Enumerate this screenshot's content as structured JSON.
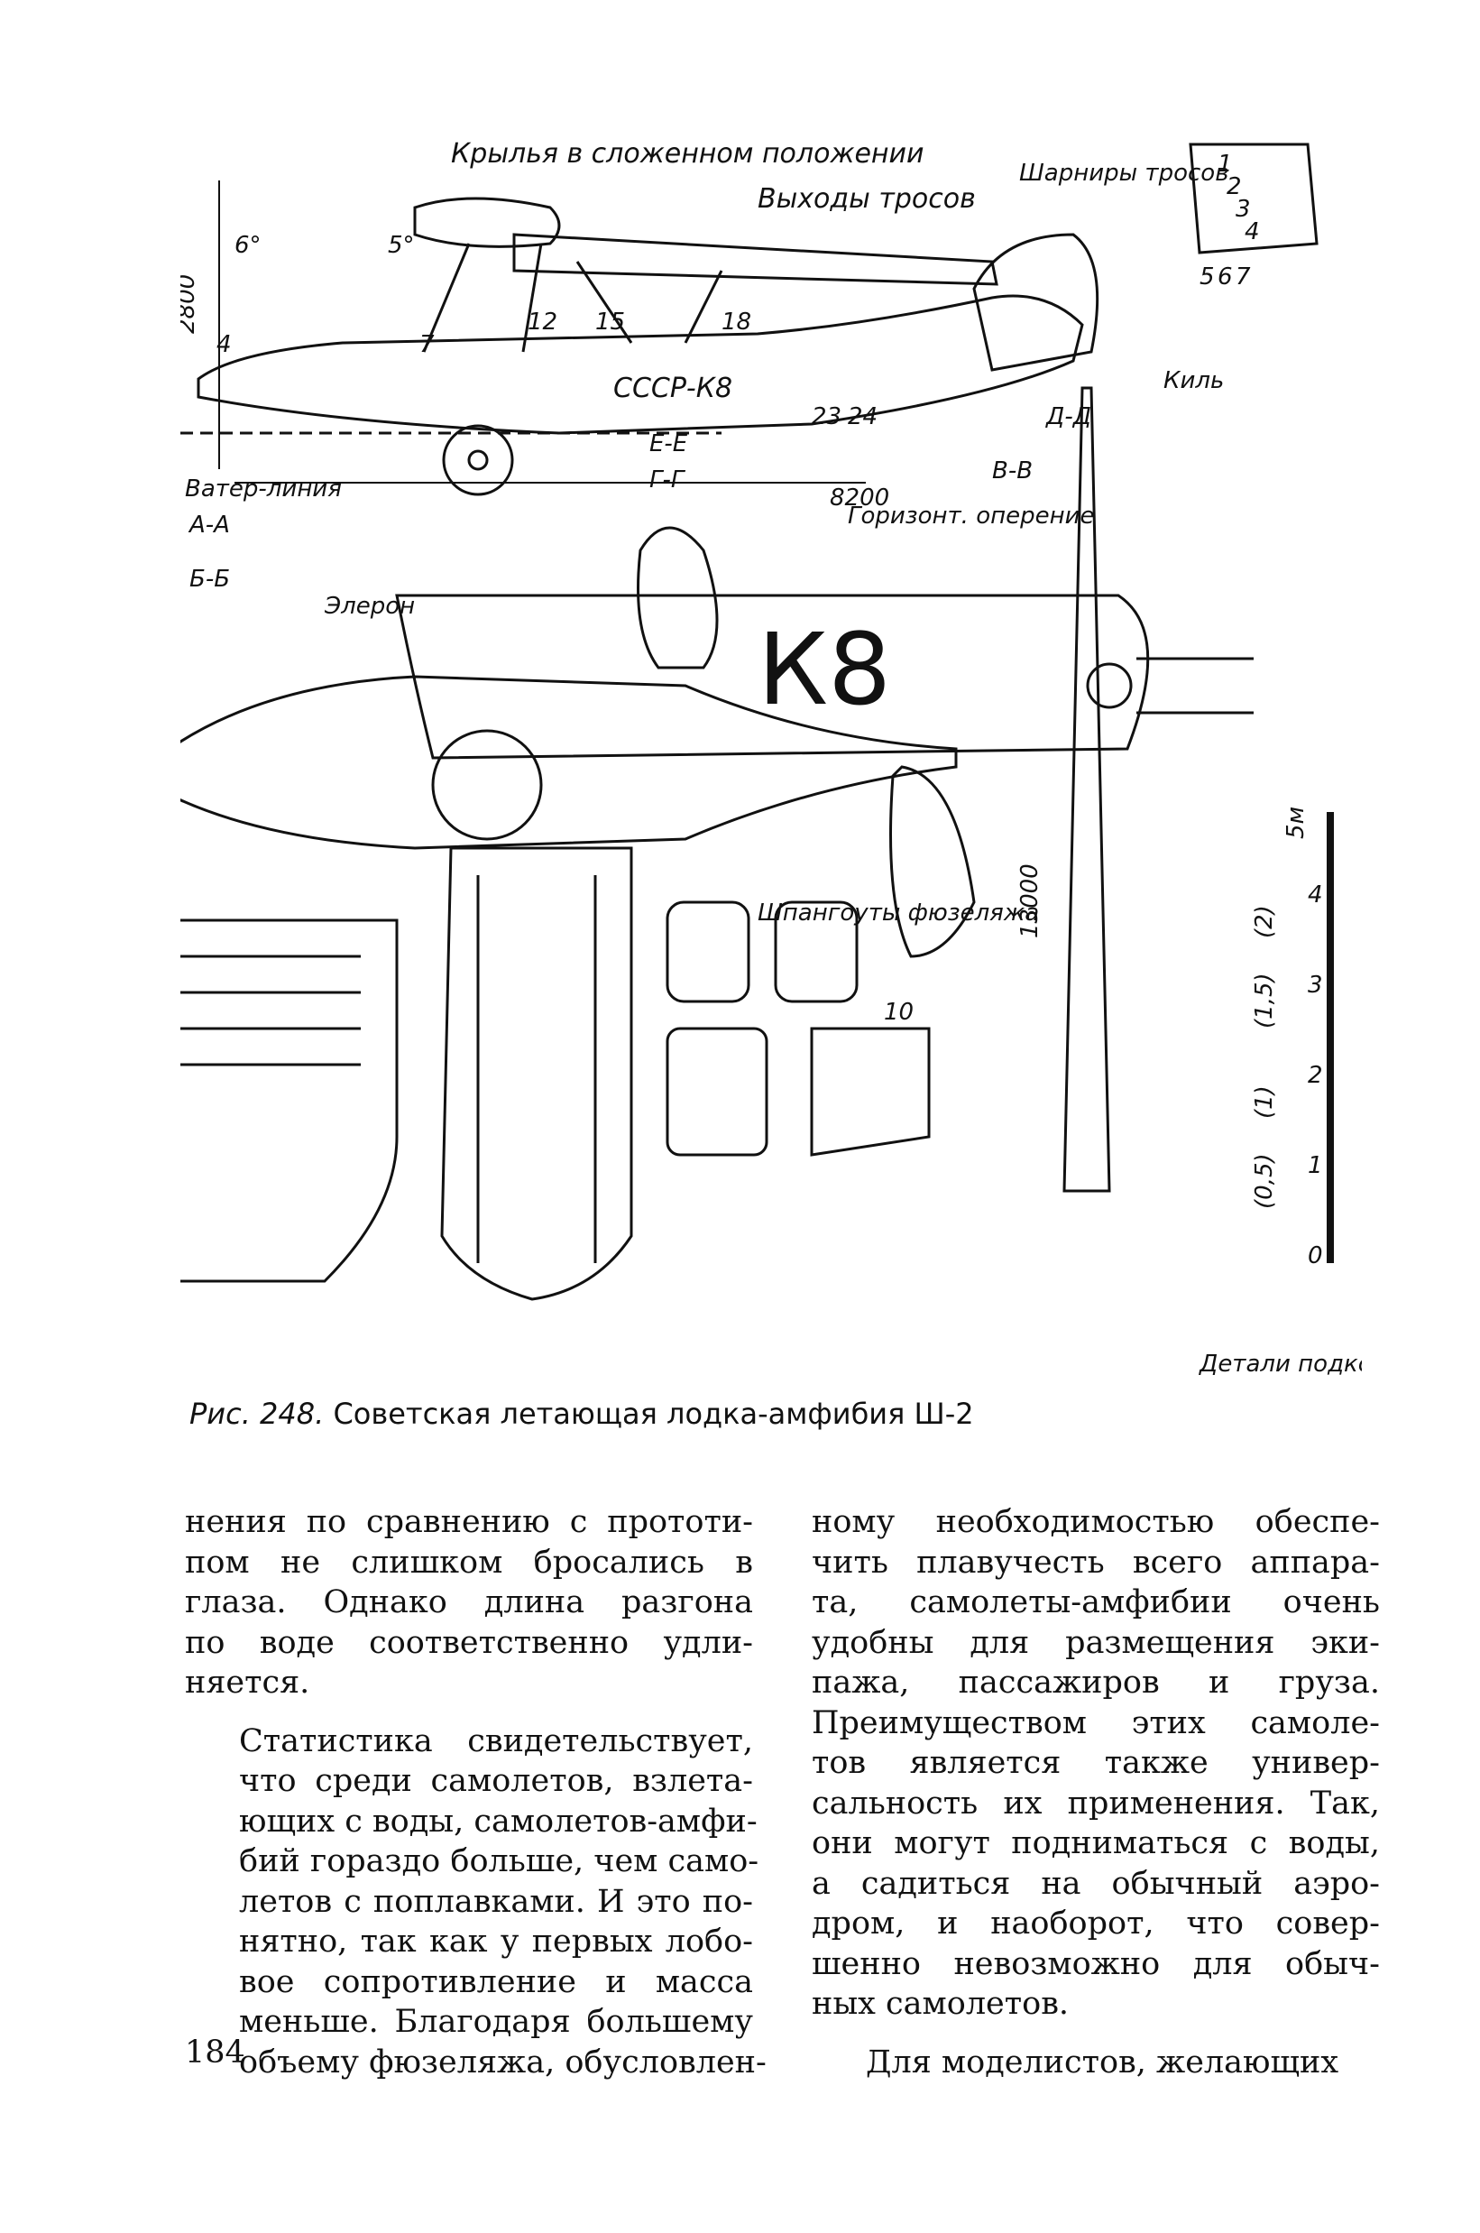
{
  "figure": {
    "labels": {
      "wings_folded": "Крылья в сложенном положении",
      "cable_exits": "Выходы тросов",
      "cable_hinges": "Шарниры тросов",
      "waterline": "Ватер-линия",
      "fin": "Киль",
      "horizontal_tail": "Горизонт. оперение",
      "aileron": "Элерон",
      "fuselage_frames": "Шпангоуты фюзеляжа",
      "strut_details": "Детали подкосов",
      "registration": "СССР-К8",
      "wing_marking": "К8",
      "dim_height": "2800",
      "dim_length": "8200",
      "dim_span": "13000",
      "angle_6": "6°",
      "angle_5": "5°",
      "sec_aa": "А-А",
      "sec_bb": "Б-Б",
      "sec_vv": "В-В",
      "sec_gg": "Г-Г",
      "sec_dd": "Д-Д",
      "sec_ee": "Е-Е",
      "scale_unit": "5м",
      "frame_numbers": [
        "4",
        "7",
        "12",
        "15",
        "18",
        "23",
        "24",
        "10"
      ],
      "scale_marks": [
        "0",
        "1",
        "2",
        "3",
        "4",
        "(0,5)",
        "(1)",
        "(1,5)",
        "(2)"
      ],
      "fin_ribs": [
        "1",
        "2",
        "3",
        "4",
        "5",
        "6",
        "7"
      ]
    }
  },
  "caption": {
    "fig_number": "Рис. 248.",
    "text": "Советская летающая лодка-амфибия Ш-2"
  },
  "left_column": {
    "p1_lines": [
      "нения по сравнению с прототи-",
      "пом не слишком бросались в",
      "глаза. Однако длина разгона",
      "по воде соответственно удли-",
      "няется."
    ],
    "p2_lines": [
      "Статистика свидетельствует,",
      "что среди самолетов, взлета-",
      "ющих с воды, самолетов-амфи-",
      "бий гораздо больше, чем само-",
      "летов с поплавками. И это по-",
      "нятно, так как у первых лобо-",
      "вое сопротивление и масса",
      "меньше. Благодаря большему",
      "объему фюзеляжа, обусловлен-"
    ]
  },
  "right_column": {
    "p1_lines": [
      "ному необходимостью обеспе-",
      "чить плавучесть всего аппара-",
      "та, самолеты-амфибии очень",
      "удобны для размещения эки-",
      "пажа, пассажиров и груза.",
      "Преимуществом этих самоле-",
      "тов является также универ-",
      "сальность их применения. Так,",
      "они могут подниматься с воды,",
      "а садиться на обычный аэро-",
      "дром, и наоборот, что совер-",
      "шенно невозможно для обыч-",
      "ных самолетов."
    ],
    "p2_lines": [
      "Для моделистов, желающих"
    ]
  },
  "page_number": "184"
}
